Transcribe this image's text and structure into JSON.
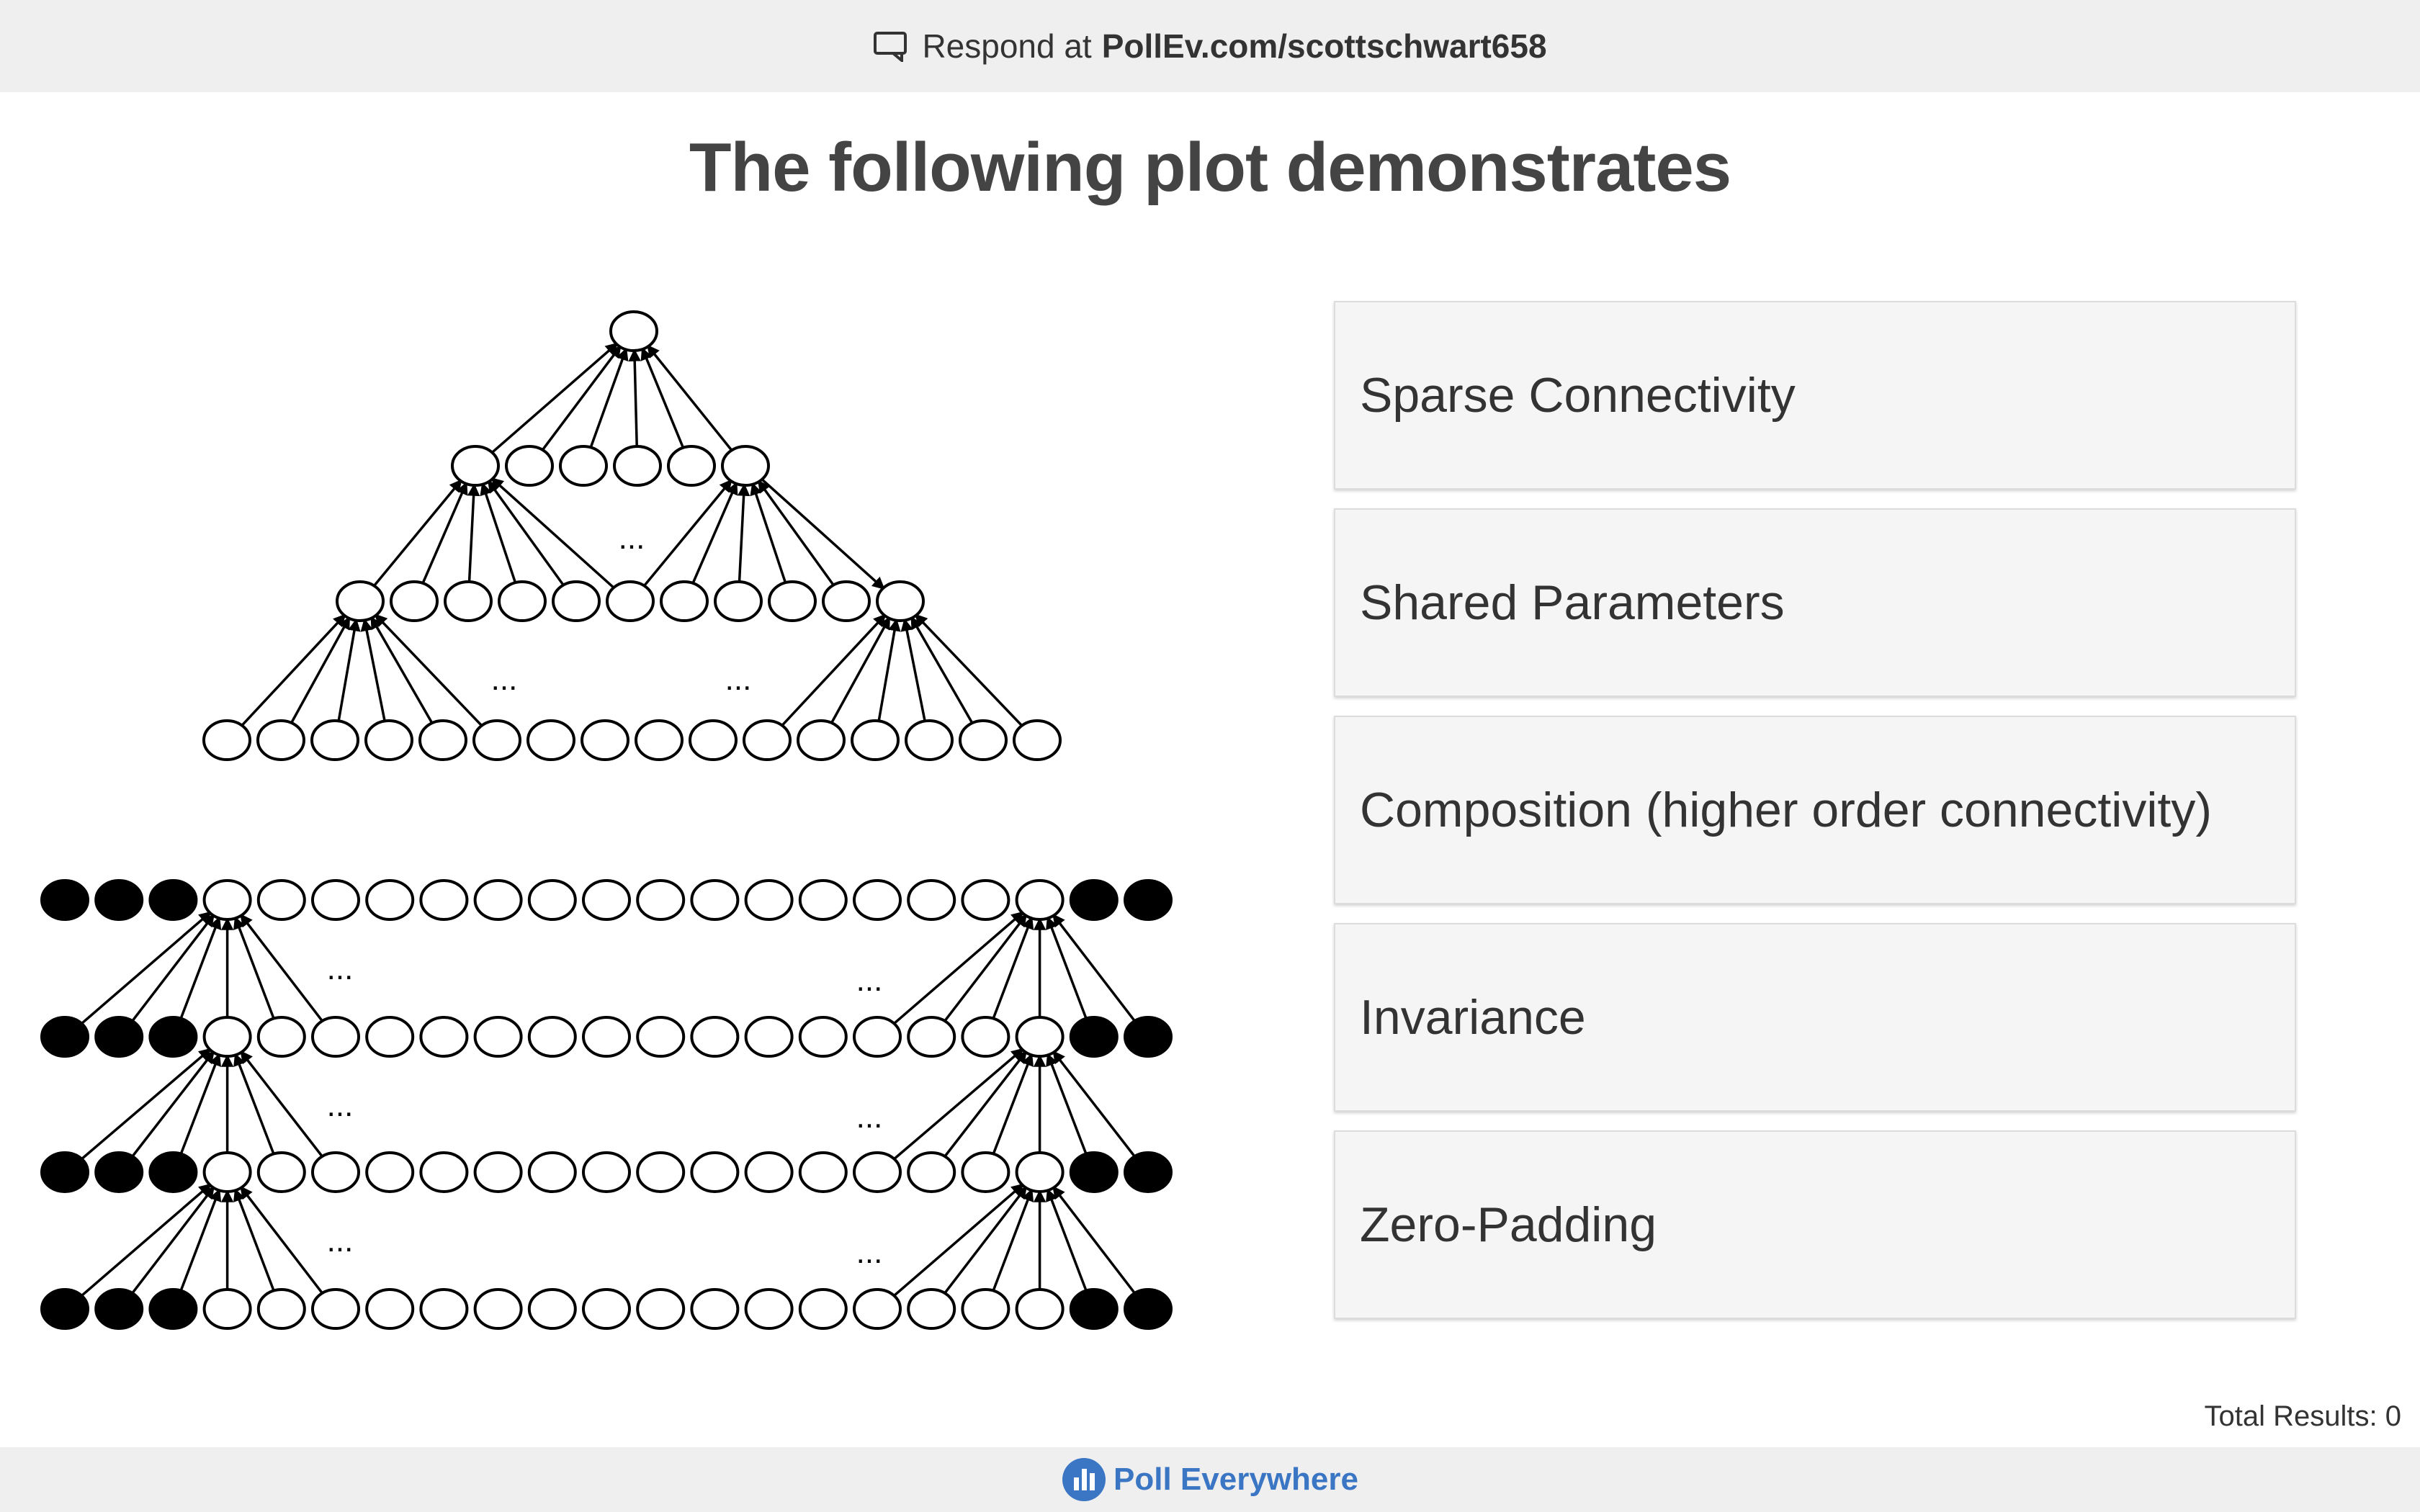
{
  "header": {
    "respond_prefix": "Respond at",
    "url": "PollEv.com/scottschwart658",
    "icon": "monitor-chat-icon"
  },
  "question": {
    "title": "The following plot demonstrates"
  },
  "figure": {
    "ellipsis": "...",
    "colors": {
      "node_fill": "#ffffff",
      "padding_fill": "#000000",
      "stroke": "#000000"
    }
  },
  "options": [
    {
      "label": "Sparse Connectivity"
    },
    {
      "label": "Shared Parameters"
    },
    {
      "label": "Composition (higher order connectivity)"
    },
    {
      "label": "Invariance"
    },
    {
      "label": "Zero-Padding"
    }
  ],
  "footer": {
    "total_results": "Total Results: 0",
    "brand": "Poll Everywhere",
    "brand_color": "#3a76c4"
  }
}
